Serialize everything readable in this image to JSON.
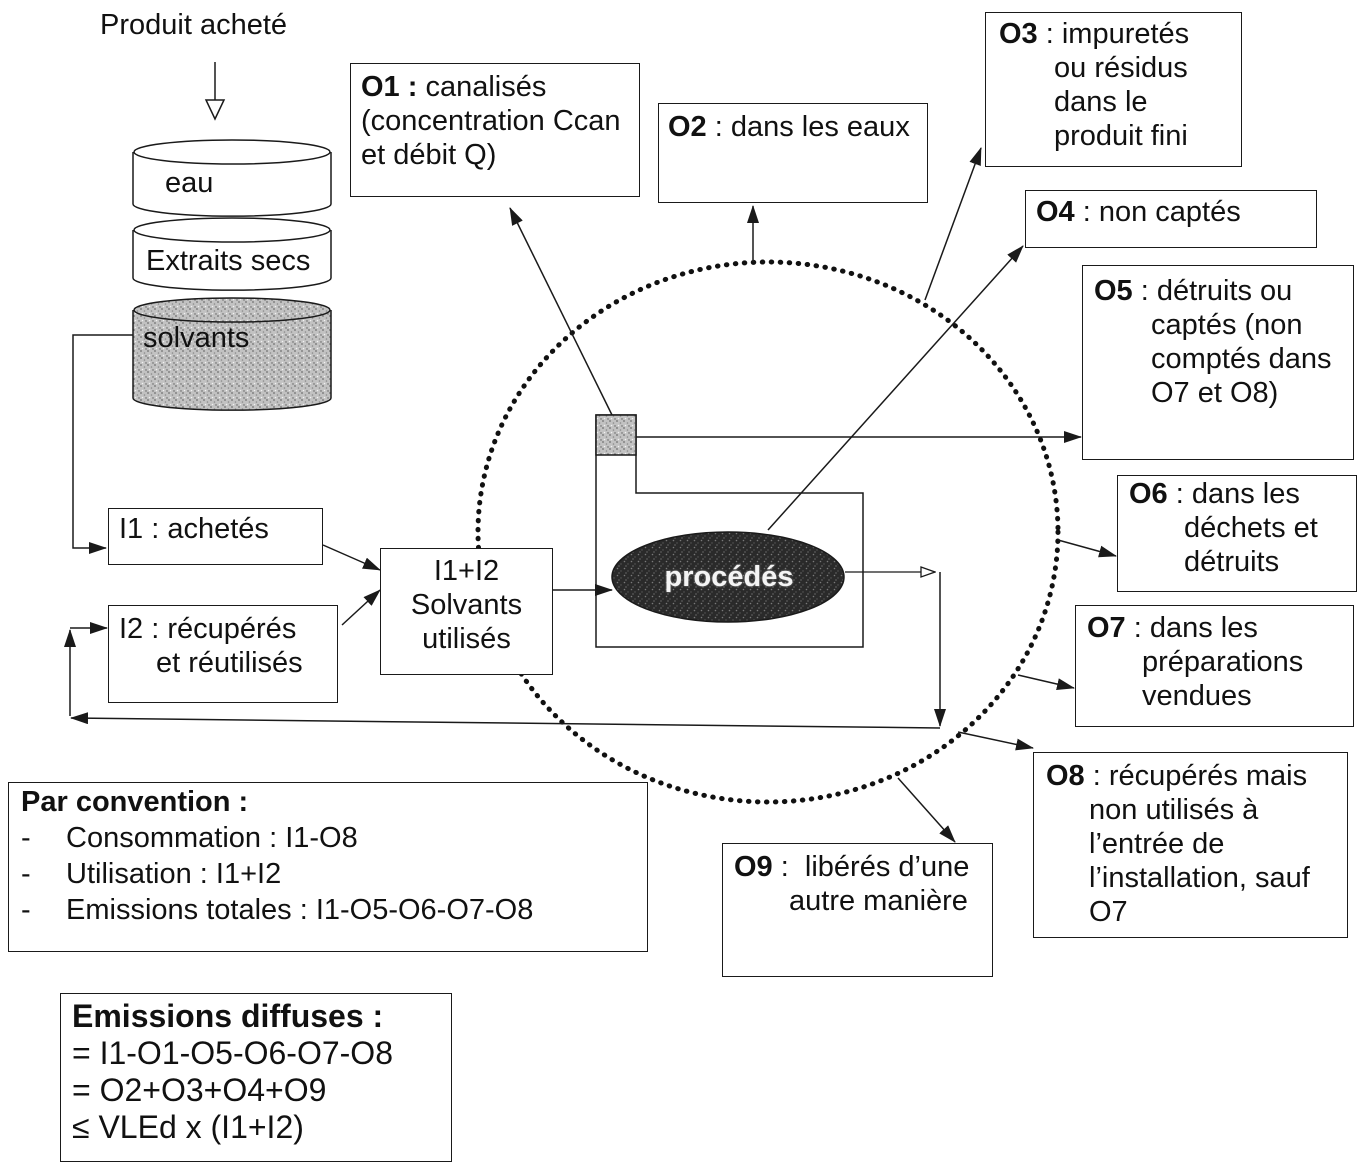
{
  "header": {
    "product_label": "Produit acheté"
  },
  "storage": {
    "water": "eau",
    "dry_extracts": "Extraits secs",
    "solvents": "solvants"
  },
  "inputs": {
    "i1": "I1 : achetés",
    "i2": [
      "I2 : récupérés",
      "et réutilisés"
    ],
    "i12": [
      "I1+I2",
      "Solvants",
      "utilisés"
    ]
  },
  "process": "procédés",
  "outputs": {
    "o1": {
      "code": "O1 :",
      "lines": [
        " canalisés",
        "(concentration Ccan",
        "et débit Q)"
      ]
    },
    "o2": {
      "code": "O2",
      "lines": [
        " : dans les eaux"
      ]
    },
    "o3": {
      "code": "O3",
      "lines": [
        " : impuretés",
        "ou résidus",
        "dans le",
        "produit fini"
      ]
    },
    "o4": {
      "code": "O4",
      "lines": [
        " : non captés"
      ]
    },
    "o5": {
      "code": "O5",
      "lines": [
        " : détruits ou",
        "captés (non",
        "comptés dans",
        "O7 et O8)"
      ]
    },
    "o6": {
      "code": "O6",
      "lines": [
        " : dans les",
        "déchets et",
        "détruits"
      ]
    },
    "o7": {
      "code": "O7",
      "lines": [
        " : dans les",
        "préparations",
        "vendues"
      ]
    },
    "o8": {
      "code": "O8",
      "lines": [
        " : récupérés mais",
        "non utilisés à",
        "l’entrée de",
        "l’installation, sauf",
        "O7"
      ]
    },
    "o9": {
      "code": "O9",
      "lines": [
        " :  libérés d’une",
        "autre manière"
      ]
    }
  },
  "convention": {
    "title": "Par convention :",
    "bullet": "-",
    "items": [
      "Consommation : I1-O8",
      "Utilisation : I1+I2",
      "Emissions totales : I1-O5-O6-O7-O8"
    ]
  },
  "diffuse": {
    "title": "Emissions diffuses :",
    "lines": [
      "= I1-O1-O5-O6-O7-O8",
      "= O2+O3+O4+O9",
      "≤ VLEd x (I1+I2)"
    ]
  }
}
